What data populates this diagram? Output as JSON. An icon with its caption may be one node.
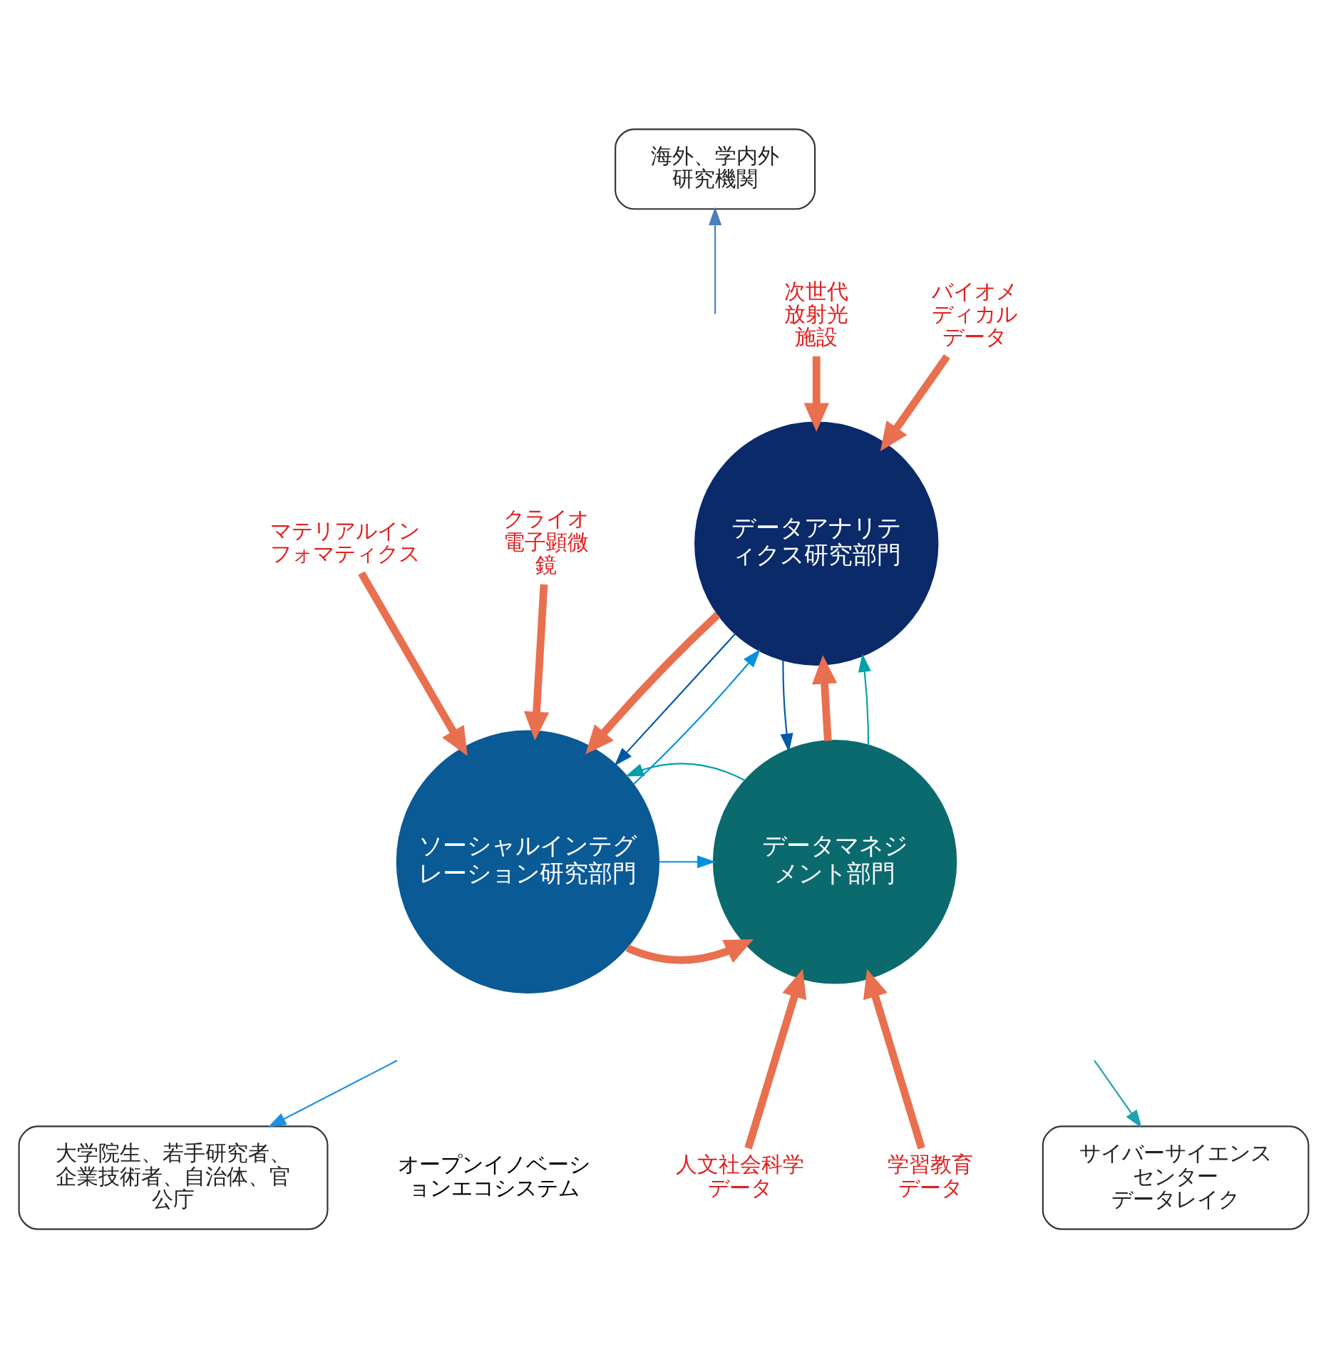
{
  "diagram": {
    "nodes": [
      {
        "text": [
          "海外、学内外研究機関"
        ]
      },
      {
        "text": [
          "データアナリティクス研究部門"
        ]
      },
      {
        "text": [
          "ソーシャルインテグレーション研究部門"
        ]
      },
      {
        "text": [
          "データマネジメント部門"
        ]
      },
      {
        "text": [
          "大学院生、若手研究者、企業技術者、自治体、官公庁"
        ],
        "beside": [
          "オープンイノベーションエコシステム"
        ]
      },
      {
        "text": [
          "サイバーサイエンスセンター",
          "データレイク"
        ]
      },
      {
        "text": [
          "マテリアルインフォマティクス"
        ]
      },
      {
        "text": [
          "クライオ電子顕微鏡"
        ]
      },
      {
        "text": [
          "次世代放射光施設"
        ]
      },
      {
        "text": [
          "バイオメディカルデータ"
        ]
      },
      {
        "text": [
          "人文社会科学データ"
        ]
      },
      {
        "text": [
          "学習教育データ"
        ]
      }
    ],
    "edges": [
      {
        "from": 1,
        "to": 2,
        "arrow": "to",
        "style": "thick"
      },
      {
        "from": 2,
        "to": 3,
        "arrow": "to",
        "style": "thick"
      },
      {
        "from": 3,
        "to": 1,
        "arrow": "to",
        "style": "thick"
      },
      {
        "from": 6,
        "to": 2,
        "arrow": "to",
        "style": "thick"
      },
      {
        "from": 7,
        "to": 2,
        "arrow": "to",
        "style": "thick"
      },
      {
        "from": 8,
        "to": 1,
        "arrow": "to",
        "style": "thick"
      },
      {
        "from": 9,
        "to": 1,
        "arrow": "to",
        "style": "thick"
      },
      {
        "from": 10,
        "to": 3,
        "arrow": "to",
        "style": "thick"
      },
      {
        "from": 11,
        "to": 3,
        "arrow": "to",
        "style": "thick"
      },
      {
        "from": 1,
        "to": 2,
        "arrow": "to",
        "color": "#0057a8"
      },
      {
        "from": 2,
        "to": 1,
        "arrow": "to",
        "color": "#0090e0"
      },
      {
        "from": 1,
        "to": 3,
        "arrow": "to",
        "color": "#0057a8"
      },
      {
        "from": 3,
        "to": 1,
        "arrow": "to",
        "color": "#00a0a8"
      },
      {
        "from": 2,
        "to": 3,
        "arrow": "to",
        "color": "#0090e0"
      },
      {
        "from": 3,
        "to": 2,
        "arrow": "to",
        "color": "#00a0a8"
      },
      {
        "from": null,
        "to": 0,
        "arrow": "to",
        "color": "#4a7fc0"
      },
      {
        "from": null,
        "to": 4,
        "arrow": "to",
        "color": "#2090e0"
      },
      {
        "from": null,
        "to": 5,
        "arrow": "to",
        "color": "#20a0b0"
      }
    ]
  }
}
